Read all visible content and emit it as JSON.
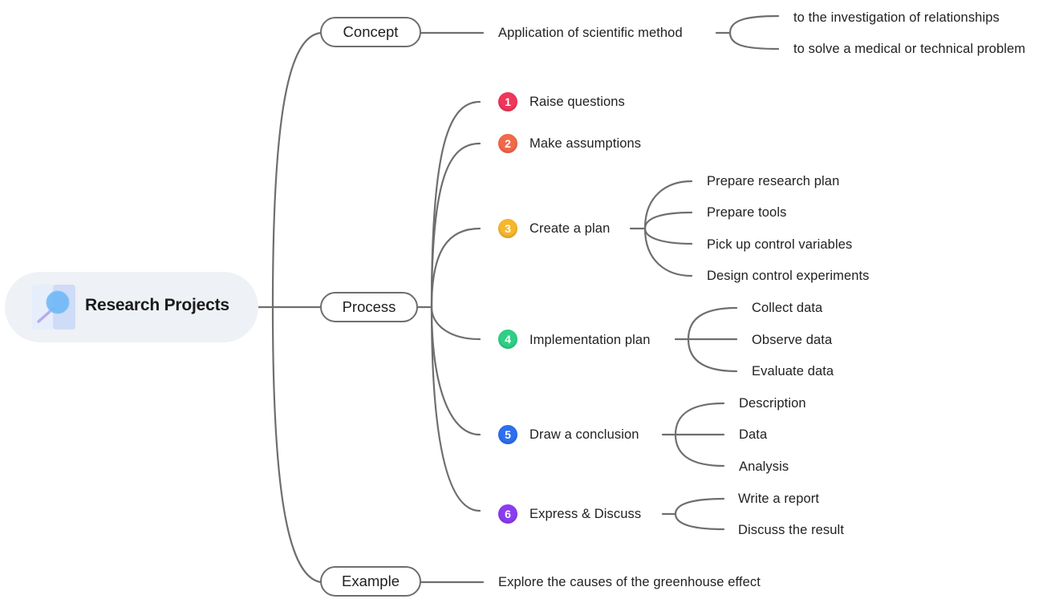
{
  "root": {
    "title": "Research Projects",
    "icon": "magnifier-icon"
  },
  "concept": {
    "label": "Concept",
    "item": "Application of scientific method",
    "children": [
      "to the investigation of relationships",
      "to solve a medical or technical problem"
    ]
  },
  "process": {
    "label": "Process",
    "steps": [
      {
        "num": "1",
        "label": "Raise questions",
        "color": "#f0365a",
        "children": []
      },
      {
        "num": "2",
        "label": "Make assumptions",
        "color": "#f2694a",
        "children": []
      },
      {
        "num": "3",
        "label": "Create a plan",
        "color": "#f5b72c",
        "children": [
          "Prepare research plan",
          "Prepare tools",
          "Pick up control variables",
          "Design control experiments"
        ]
      },
      {
        "num": "4",
        "label": "Implementation plan",
        "color": "#2fcf86",
        "children": [
          "Collect data",
          "Observe data",
          "Evaluate data"
        ]
      },
      {
        "num": "5",
        "label": "Draw a conclusion",
        "color": "#2d6ff0",
        "children": [
          "Description",
          "Data",
          "Analysis"
        ]
      },
      {
        "num": "6",
        "label": "Express & Discuss",
        "color": "#8a3df0",
        "children": [
          "Write a report",
          "Discuss the result"
        ]
      }
    ]
  },
  "example": {
    "label": "Example",
    "item": "Explore the causes of the greenhouse effect"
  }
}
